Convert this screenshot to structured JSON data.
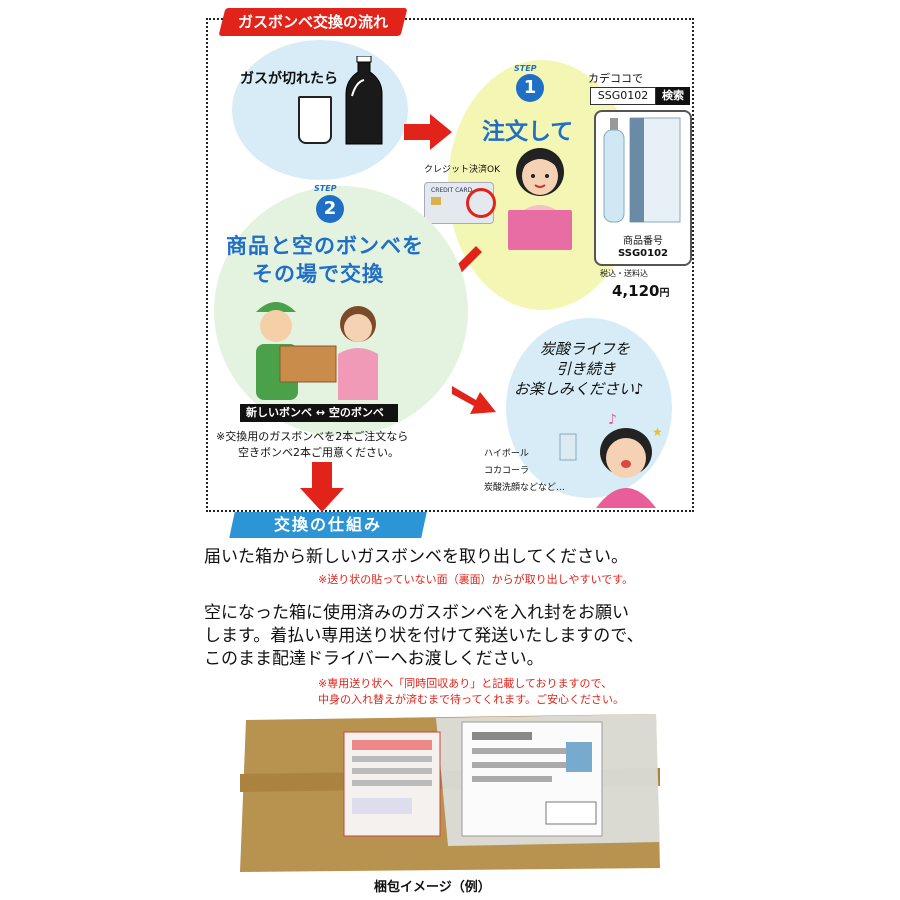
{
  "section1": {
    "title": "ガスボンベ交換の流れ",
    "out_of_gas": "ガスが切れたら",
    "step_word": "STEP",
    "step1": {
      "number": "1",
      "label": "注文して",
      "shop_prefix": "カデココで",
      "search_code": "SSG0102",
      "search_button": "検索",
      "card_text": "クレジット決済OK",
      "card_brand": "CREDIT CARD",
      "product_label": "商品番号",
      "product_code": "SSG0102",
      "price_note": "税込・送料込",
      "price_value": "4,120",
      "price_unit": "円"
    },
    "step2": {
      "number": "2",
      "line1": "商品と空のボンベを",
      "line2": "その場で交換",
      "exchange_new": "新しいボンベ",
      "exchange_arrow": "↔",
      "exchange_empty": "空のボンベ",
      "note_line1": "※交換用のガスボンベを2本ご注文なら",
      "note_line2": "空きボンベ2本ご用意ください。"
    },
    "step3": {
      "line1": "炭酸ライフを",
      "line2": "引き続き",
      "line3": "お楽しみください♪",
      "drink1": "ハイボール",
      "drink2": "コカコーラ",
      "drink3": "炭酸洗顔などなど…"
    }
  },
  "section2": {
    "title": "交換の仕組み",
    "p1": "届いた箱から新しいガスボンベを取り出してください。",
    "note1": "※送り状の貼っていない面（裏面）からが取り出しやすいです。",
    "p2_line1": "空になった箱に使用済みのガスボンベを入れ封をお願い",
    "p2_line2": "します。着払い専用送り状を付けて発送いたしますので、",
    "p2_line3": "このまま配達ドライバーへお渡しください。",
    "note2_line1": "※専用送り状へ「同時回収あり」と記載しておりますので、",
    "note2_line2": "中身の入れ替えが済むまで待ってくれます。ご安心ください。",
    "caption": "梱包イメージ（例）"
  },
  "colors": {
    "red": "#e2231a",
    "blue": "#1f6fc7",
    "yellow": "#f4f7b3",
    "lightblue": "#d7ecf7",
    "lightgreen": "#e4f3e0"
  }
}
